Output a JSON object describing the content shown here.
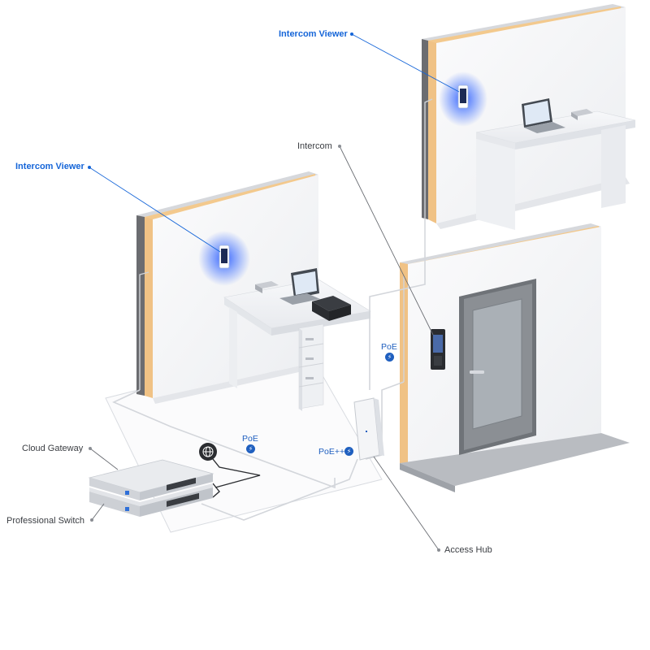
{
  "labels": {
    "intercom_viewer_top": "Intercom Viewer",
    "intercom_viewer_left": "Intercom Viewer",
    "intercom": "Intercom",
    "cloud_gateway": "Cloud Gateway",
    "professional_switch": "Professional Switch",
    "access_hub": "Access Hub",
    "poe_right": "PoE",
    "poe_left": "PoE",
    "poe_plus": "PoE++"
  },
  "icons": {
    "power": "lightning-bolt-icon",
    "internet": "globe-icon"
  },
  "colors": {
    "accent_blue": "#1565d8",
    "glow_blue": "#3b6cff",
    "insulation": "#f3c98d",
    "wall": "#f4f5f7"
  }
}
